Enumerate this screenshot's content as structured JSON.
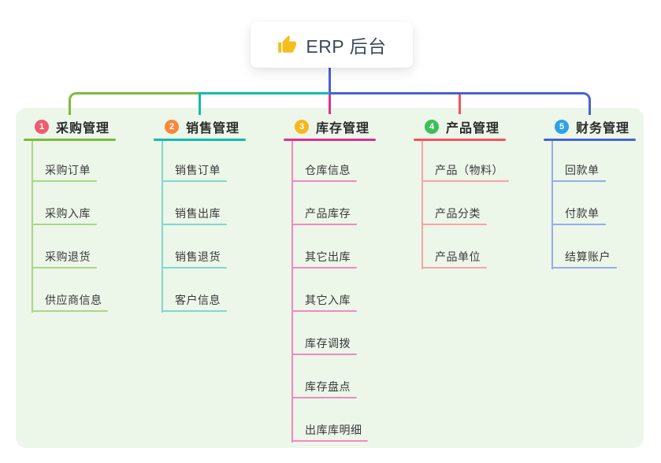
{
  "root": {
    "title": "ERP 后台",
    "icon": "thumbs-up-icon"
  },
  "colors": {
    "page_bg": "#ffffff",
    "panel_bg": "#ECF6E9",
    "root_connector": "#4A60D6",
    "root_text": "#3C4A5A",
    "header_text": "#2B2B2B",
    "child_text": "#3A3A3A",
    "thumb_icon": "#F5BE1C"
  },
  "branches": [
    {
      "num": "1",
      "label": "采购管理",
      "badge_color": "#EF5B6F",
      "line_color": "#7CBA3F",
      "child_line_color": "#ACD687",
      "children": [
        "采购订单",
        "采购入库",
        "采购退货",
        "供应商信息"
      ]
    },
    {
      "num": "2",
      "label": "销售管理",
      "badge_color": "#F8873D",
      "line_color": "#14BCAE",
      "child_line_color": "#7FD8CD",
      "children": [
        "销售订单",
        "销售出库",
        "销售退货",
        "客户信息"
      ]
    },
    {
      "num": "3",
      "label": "库存管理",
      "badge_color": "#F8B61E",
      "line_color": "#DA3090",
      "child_line_color": "#F08AC0",
      "children": [
        "仓库信息",
        "产品库存",
        "其它出库",
        "其它入库",
        "库存调拨",
        "库存盘点",
        "出库库明细"
      ]
    },
    {
      "num": "4",
      "label": "产品管理",
      "badge_color": "#3EBD5C",
      "line_color": "#F4525E",
      "child_line_color": "#F7A3A8",
      "children": [
        "产品（物料）",
        "产品分类",
        "产品单位"
      ]
    },
    {
      "num": "5",
      "label": "财务管理",
      "badge_color": "#2EA2E5",
      "line_color": "#4763D6",
      "child_line_color": "#97ACE9",
      "children": [
        "回款单",
        "付款单",
        "结算账户"
      ]
    }
  ]
}
